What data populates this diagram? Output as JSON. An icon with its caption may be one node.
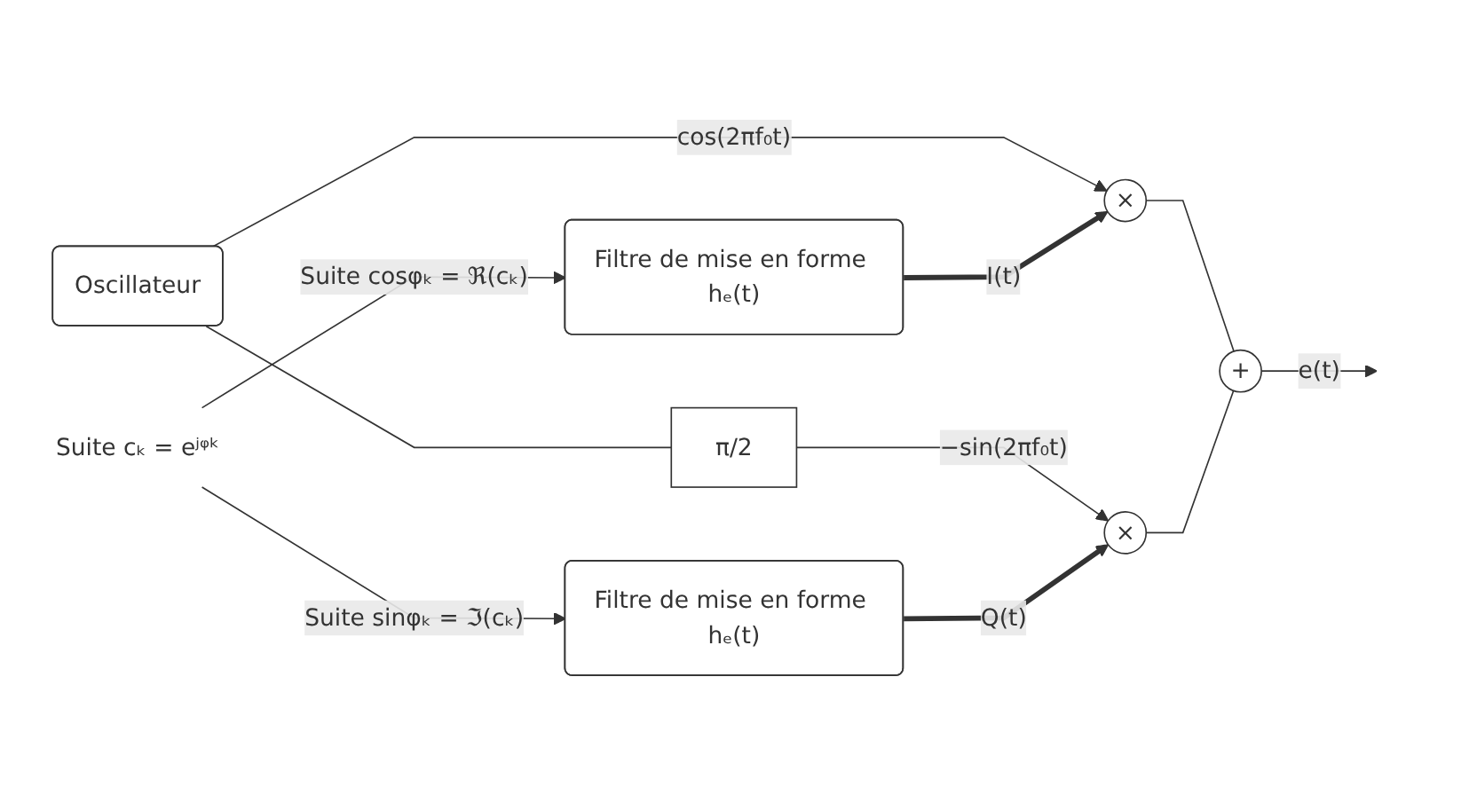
{
  "diagram": {
    "nodes": [
      {
        "text": [
          "Suite cₖ = eʲᵠᵏ"
        ]
      },
      {
        "text": [
          "Filtre de mise en forme hₑ(t)"
        ]
      },
      {
        "text": [
          "Filtre de mise en forme hₑ(t)"
        ]
      },
      {
        "text": [
          "Oscillateur"
        ]
      },
      {
        "text": [
          "π/2"
        ]
      },
      {
        "text": [
          "×"
        ]
      },
      {
        "text": [
          "×"
        ]
      },
      {
        "text": [
          "+"
        ]
      }
    ],
    "edges": [
      {
        "from": 0,
        "to": 1,
        "arrow": "to",
        "label": "Suite cosφₖ = ℜ(cₖ)"
      },
      {
        "from": 0,
        "to": 2,
        "arrow": "to",
        "label": "Suite sinφₖ = ℑ(cₖ)"
      },
      {
        "from": 3,
        "to": 5,
        "arrow": "to",
        "label": "cos(2πf₀t)"
      },
      {
        "from": 3,
        "to": 4,
        "arrow": "none"
      },
      {
        "from": 4,
        "to": 6,
        "arrow": "to",
        "label": "−sin(2πf₀t)"
      },
      {
        "from": 1,
        "to": 5,
        "arrow": "to",
        "label": "I(t)",
        "style": "thick"
      },
      {
        "from": 2,
        "to": 6,
        "arrow": "to",
        "label": "Q(t)",
        "style": "thick"
      },
      {
        "from": 5,
        "to": 7,
        "arrow": "none"
      },
      {
        "from": 6,
        "to": 7,
        "arrow": "none"
      },
      {
        "from": 7,
        "to": null,
        "arrow": "to",
        "label": "e(t)"
      }
    ]
  }
}
